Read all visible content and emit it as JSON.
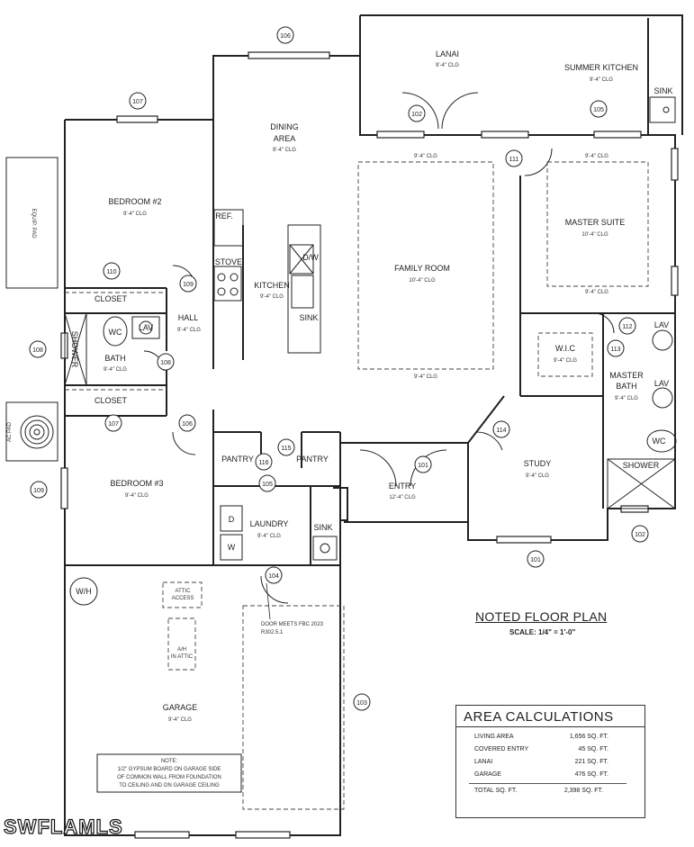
{
  "rooms": {
    "lanai": {
      "name": "LANAI",
      "clg": "9'-4\" CLG"
    },
    "summer_kitchen": {
      "name": "SUMMER KITCHEN",
      "clg": "9'-4\" CLG"
    },
    "dining": {
      "name1": "DINING",
      "name2": "AREA",
      "clg": "9'-4\" CLG"
    },
    "bedroom2": {
      "name": "BEDROOM #2",
      "clg": "9'-4\" CLG"
    },
    "family": {
      "name": "FAMILY ROOM",
      "clg": "10'-4\" CLG"
    },
    "master_suite": {
      "name": "MASTER SUITE",
      "clg": "10'-4\" CLG"
    },
    "kitchen": {
      "name": "KITCHEN",
      "clg": "9'-4\" CLG"
    },
    "hall": {
      "name": "HALL",
      "clg": "9'-4\" CLG"
    },
    "bath": {
      "name": "BATH",
      "clg": "9'-4\" CLG"
    },
    "wic": {
      "name": "W.I.C",
      "clg": "9'-4\" CLG"
    },
    "master_bath": {
      "name1": "MASTER",
      "name2": "BATH",
      "clg": "9'-4\" CLG"
    },
    "bedroom3": {
      "name": "BEDROOM #3",
      "clg": "9'-4\" CLG"
    },
    "study": {
      "name": "STUDY",
      "clg": "9'-4\" CLG"
    },
    "entry": {
      "name": "ENTRY",
      "clg": "12'-4\" CLG"
    },
    "laundry": {
      "name": "LAUNDRY",
      "clg": "9'-4\" CLG"
    },
    "garage": {
      "name": "GARAGE",
      "clg": "9'-4\" CLG"
    }
  },
  "labels": {
    "sink": "SINK",
    "ref": "REF.",
    "stove": "STOVE",
    "dw": "D/W",
    "closet": "CLOSET",
    "wc": "WC",
    "lav": "LAV",
    "shower": "SHOWER",
    "pantry": "PANTRY",
    "d": "D",
    "w": "W",
    "wh": "W/H",
    "equip_pad": "EQUIP. PAD",
    "ac_pad": "AC PAD",
    "attic_access1": "ATTIC",
    "attic_access2": "ACCESS",
    "ah1": "A/H",
    "ah2": "IN ATTIC",
    "clg_94": "9'-4\" CLG",
    "door_note1": "DOOR MEETS FBC 2023",
    "door_note2": "R302.5.1",
    "garage_note": [
      "NOTE:",
      "1/2\" GYPSUM BOARD ON GARAGE SIDE",
      "OF COMMON WALL FROM FOUNDATION",
      "TO CEILING AND ON GARAGE CEILING"
    ]
  },
  "tags": {
    "t106a": "106",
    "t107a": "107",
    "t102a": "102",
    "t105a": "105",
    "t111": "111",
    "t110": "110",
    "t109a": "109",
    "t112": "112",
    "t113": "113",
    "t108a": "108",
    "t108b": "108",
    "t107b": "107",
    "t106b": "106",
    "t114": "114",
    "t115": "115",
    "t116": "116",
    "t101a": "101",
    "t105b": "105",
    "t109b": "109",
    "t102b": "102",
    "t101b": "101",
    "t104": "104",
    "t103": "103"
  },
  "notes": {
    "title": "NOTED FLOOR PLAN",
    "scale": "SCALE: 1/4\" = 1'-0\""
  },
  "area_calc": {
    "title": "AREA CALCULATIONS",
    "rows": [
      {
        "label": "LIVING AREA",
        "value": "1,656 SQ. FT."
      },
      {
        "label": "COVERED ENTRY",
        "value": "45 SQ. FT."
      },
      {
        "label": "LANAI",
        "value": "221 SQ. FT."
      },
      {
        "label": "GARAGE",
        "value": "476 SQ. FT."
      }
    ],
    "total": {
      "label": "TOTAL SQ. FT.",
      "value": "2,398 SQ. FT."
    }
  },
  "watermark": "SWFLAMLS"
}
